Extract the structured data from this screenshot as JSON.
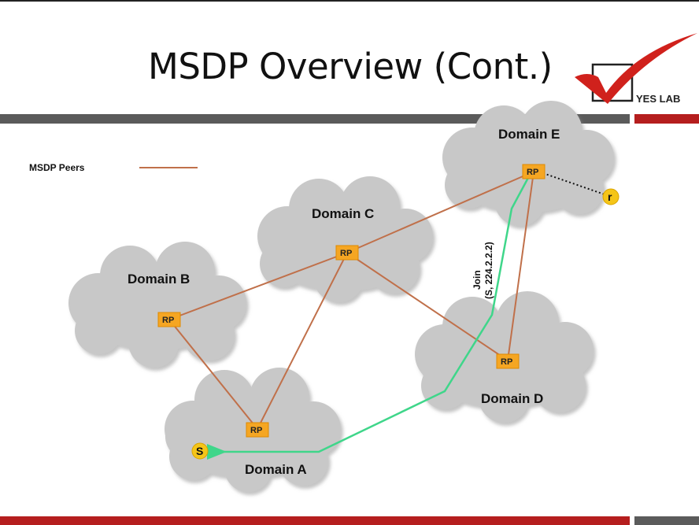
{
  "title": "MSDP Overview (Cont.)",
  "logo": {
    "text": "YES LAB",
    "icon": "checkmark-box-icon"
  },
  "legend": {
    "label": "MSDP Peers",
    "color": "#c0704a"
  },
  "domains": {
    "a": "Domain A",
    "b": "Domain B",
    "c": "Domain C",
    "d": "Domain D",
    "e": "Domain E"
  },
  "rp_label": "RP",
  "source_label": "S",
  "receiver_label": "r",
  "join_label": {
    "line1": "Join",
    "line2": "(S, 224.2.2.2)"
  },
  "colors": {
    "peer_line": "#c0704a",
    "join_path": "#3fd68a",
    "cloud": "#c8c8c8",
    "rp_box": "#f5a623",
    "host": "#f5c518",
    "accent_red": "#b51e1e",
    "band_gray": "#5b5b5b"
  }
}
